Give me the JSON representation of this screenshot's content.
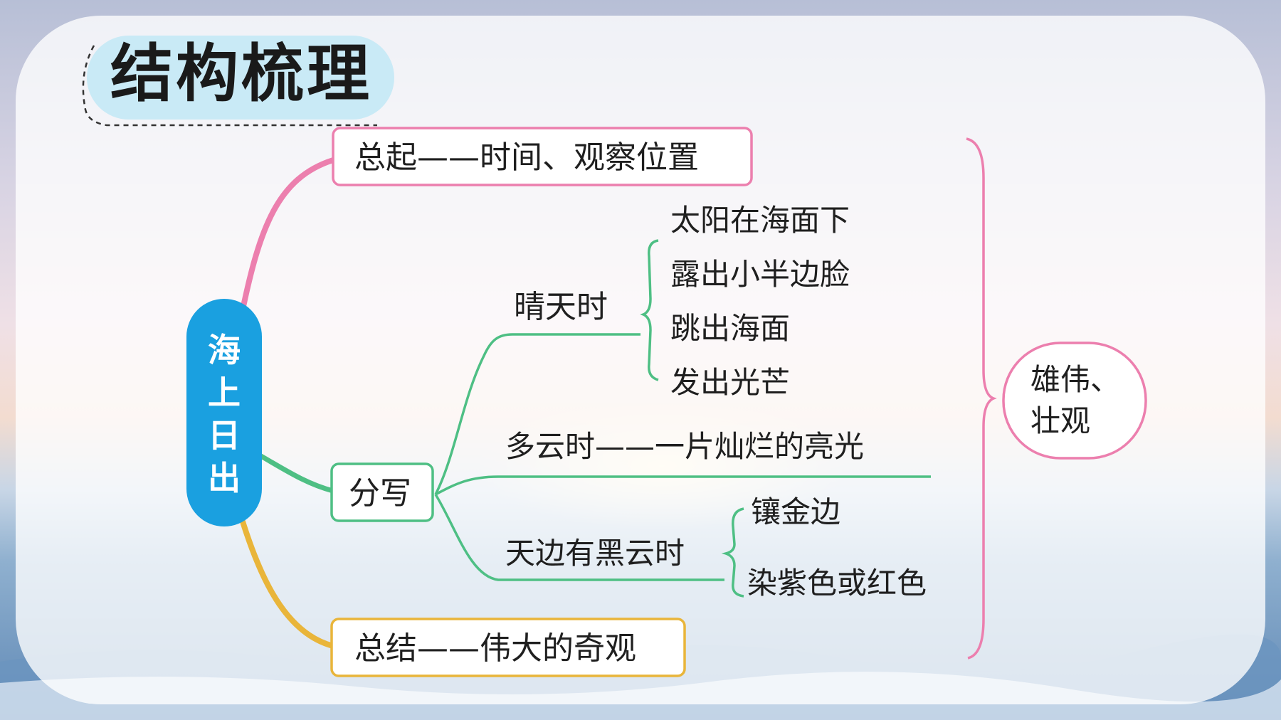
{
  "title": "结构梳理",
  "root": "海上日出",
  "nodes": {
    "opening": "总起——时间、观察位置",
    "body": "分写",
    "closing": "总结——伟大的奇观"
  },
  "sunny": {
    "label": "晴天时",
    "items": [
      "太阳在海面下",
      "露出小半边脸",
      "跳出海面",
      "发出光芒"
    ]
  },
  "cloudy": "多云时——一片灿烂的亮光",
  "dark_cloud": {
    "label": "天边有黑云时",
    "items": [
      "镶金边",
      "染紫色或红色"
    ]
  },
  "conclusion_lines": [
    "雄伟、",
    "壮观"
  ],
  "colors": {
    "root": "#1aa0e0",
    "opening": "#e07aa6",
    "body": "#4ebf84",
    "closing": "#e9b53a",
    "brace": "#e07aa6"
  }
}
